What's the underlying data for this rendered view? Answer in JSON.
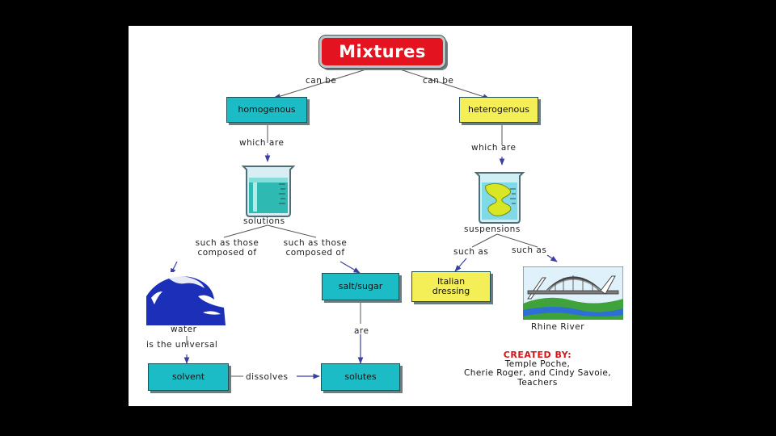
{
  "title": "Mixtures",
  "links": {
    "can_be_left": "can be",
    "can_be_right": "can be",
    "which_are_left": "which are",
    "which_are_right": "which are",
    "such_as_those_composed_left": "such as those composed of",
    "such_as_those_composed_right": "such as those composed of",
    "such_as_left": "such as",
    "such_as_right": "such as",
    "is_the_universal": "is the universal",
    "are": "are",
    "dissolves": "dissolves"
  },
  "nodes": {
    "homogenous": "homogenous",
    "heterogenous": "heterogenous",
    "solutions": "solutions",
    "suspensions": "suspensions",
    "water": "water",
    "salt_sugar": "salt/sugar",
    "italian_dressing": "Italian dressing",
    "rhine_river": "Rhine River",
    "solvent": "solvent",
    "solutes": "solutes"
  },
  "credits": {
    "heading": "CREATED BY:",
    "line1": "Temple Poche,",
    "line2": "Cherie Roger, and Cindy Savoie,",
    "line3": "Teachers"
  },
  "colors": {
    "title_red": "#e3141f",
    "teal": "#1bbcc6",
    "yellow": "#f5ef57",
    "arrow": "#3b3f9e"
  },
  "icons": [
    "beaker-icon",
    "beaker-suspension-icon",
    "wave-icon",
    "bridge-icon"
  ]
}
